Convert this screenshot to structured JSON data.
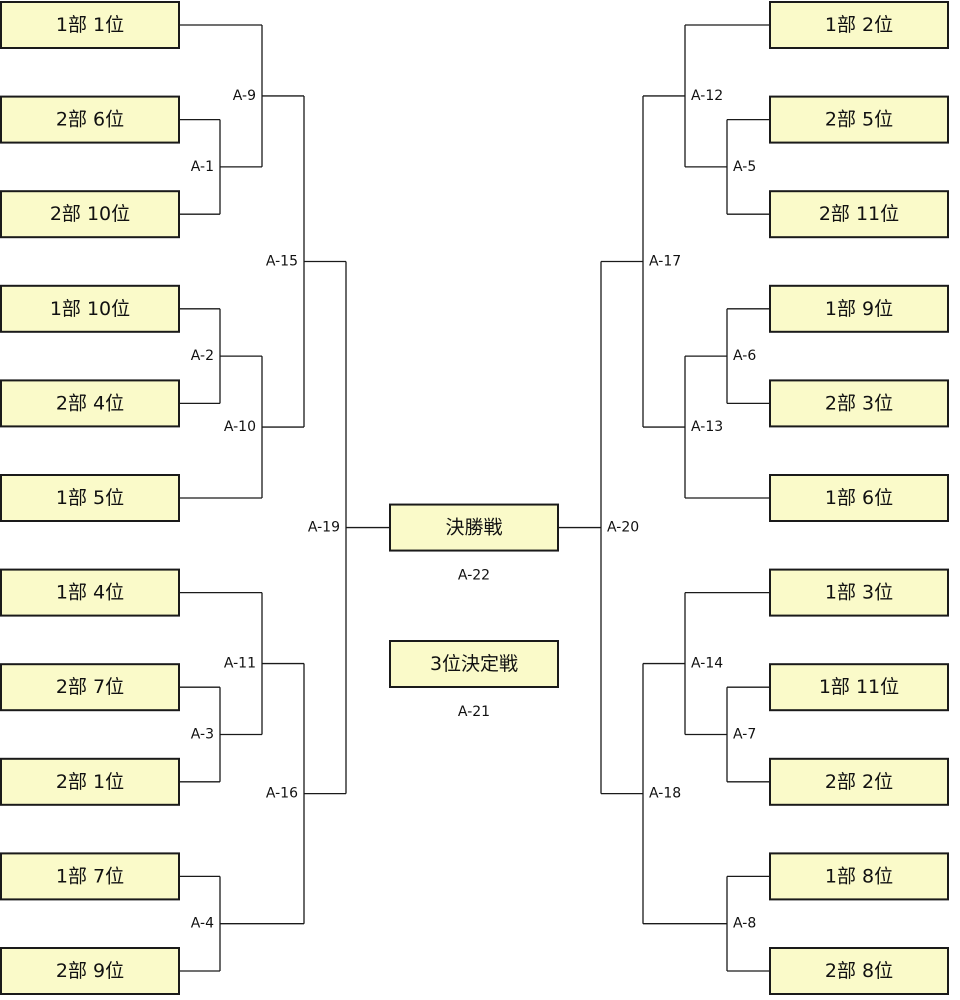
{
  "left_teams": [
    "1部 1位",
    "2部 6位",
    "2部 10位",
    "1部 10位",
    "2部 4位",
    "1部 5位",
    "1部 4位",
    "2部 7位",
    "2部 1位",
    "1部 7位",
    "2部 9位"
  ],
  "right_teams": [
    "1部 2位",
    "2部 5位",
    "2部 11位",
    "1部 9位",
    "2部 3位",
    "1部 6位",
    "1部 3位",
    "1部 11位",
    "2部 2位",
    "1部 8位",
    "2部 8位"
  ],
  "left_matches": {
    "first_round": [
      "A-1",
      "A-2",
      "A-3",
      "A-4"
    ],
    "second_round": [
      "A-9",
      "A-10",
      "A-11"
    ],
    "quarterfinal": [
      "A-15",
      "A-16"
    ],
    "semifinal": "A-19"
  },
  "right_matches": {
    "first_round": [
      "A-5",
      "A-6",
      "A-7",
      "A-8"
    ],
    "second_round": [
      "A-12",
      "A-13",
      "A-14"
    ],
    "quarterfinal": [
      "A-17",
      "A-18"
    ],
    "semifinal": "A-20"
  },
  "final": {
    "label": "決勝戦",
    "match": "A-22"
  },
  "third_place": {
    "label": "3位決定戦",
    "match": "A-21"
  }
}
